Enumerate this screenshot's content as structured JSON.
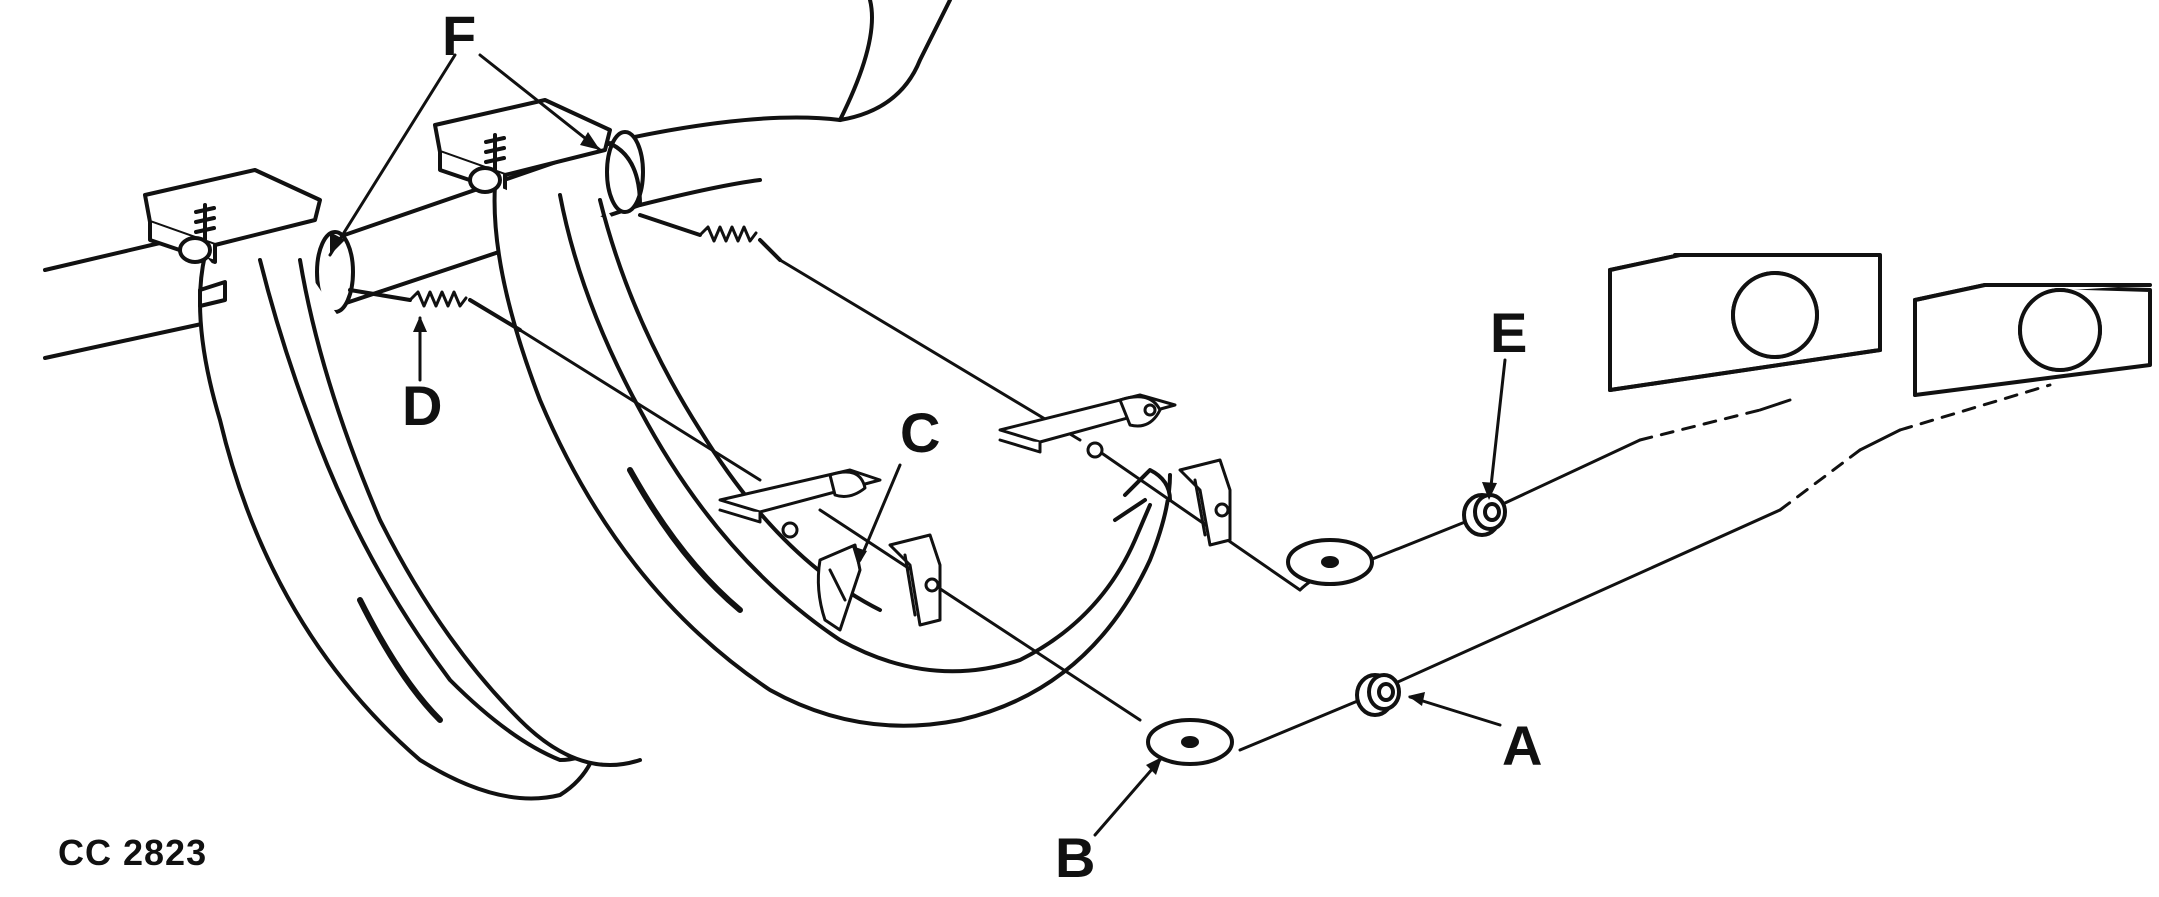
{
  "figure_id": "CC 2823",
  "callouts": {
    "a": "A",
    "b": "B",
    "c": "C",
    "d": "D",
    "e": "E",
    "f": "F"
  },
  "colors": {
    "ink": "#111111",
    "paper": "#ffffff",
    "wood_grain": "#222222"
  }
}
